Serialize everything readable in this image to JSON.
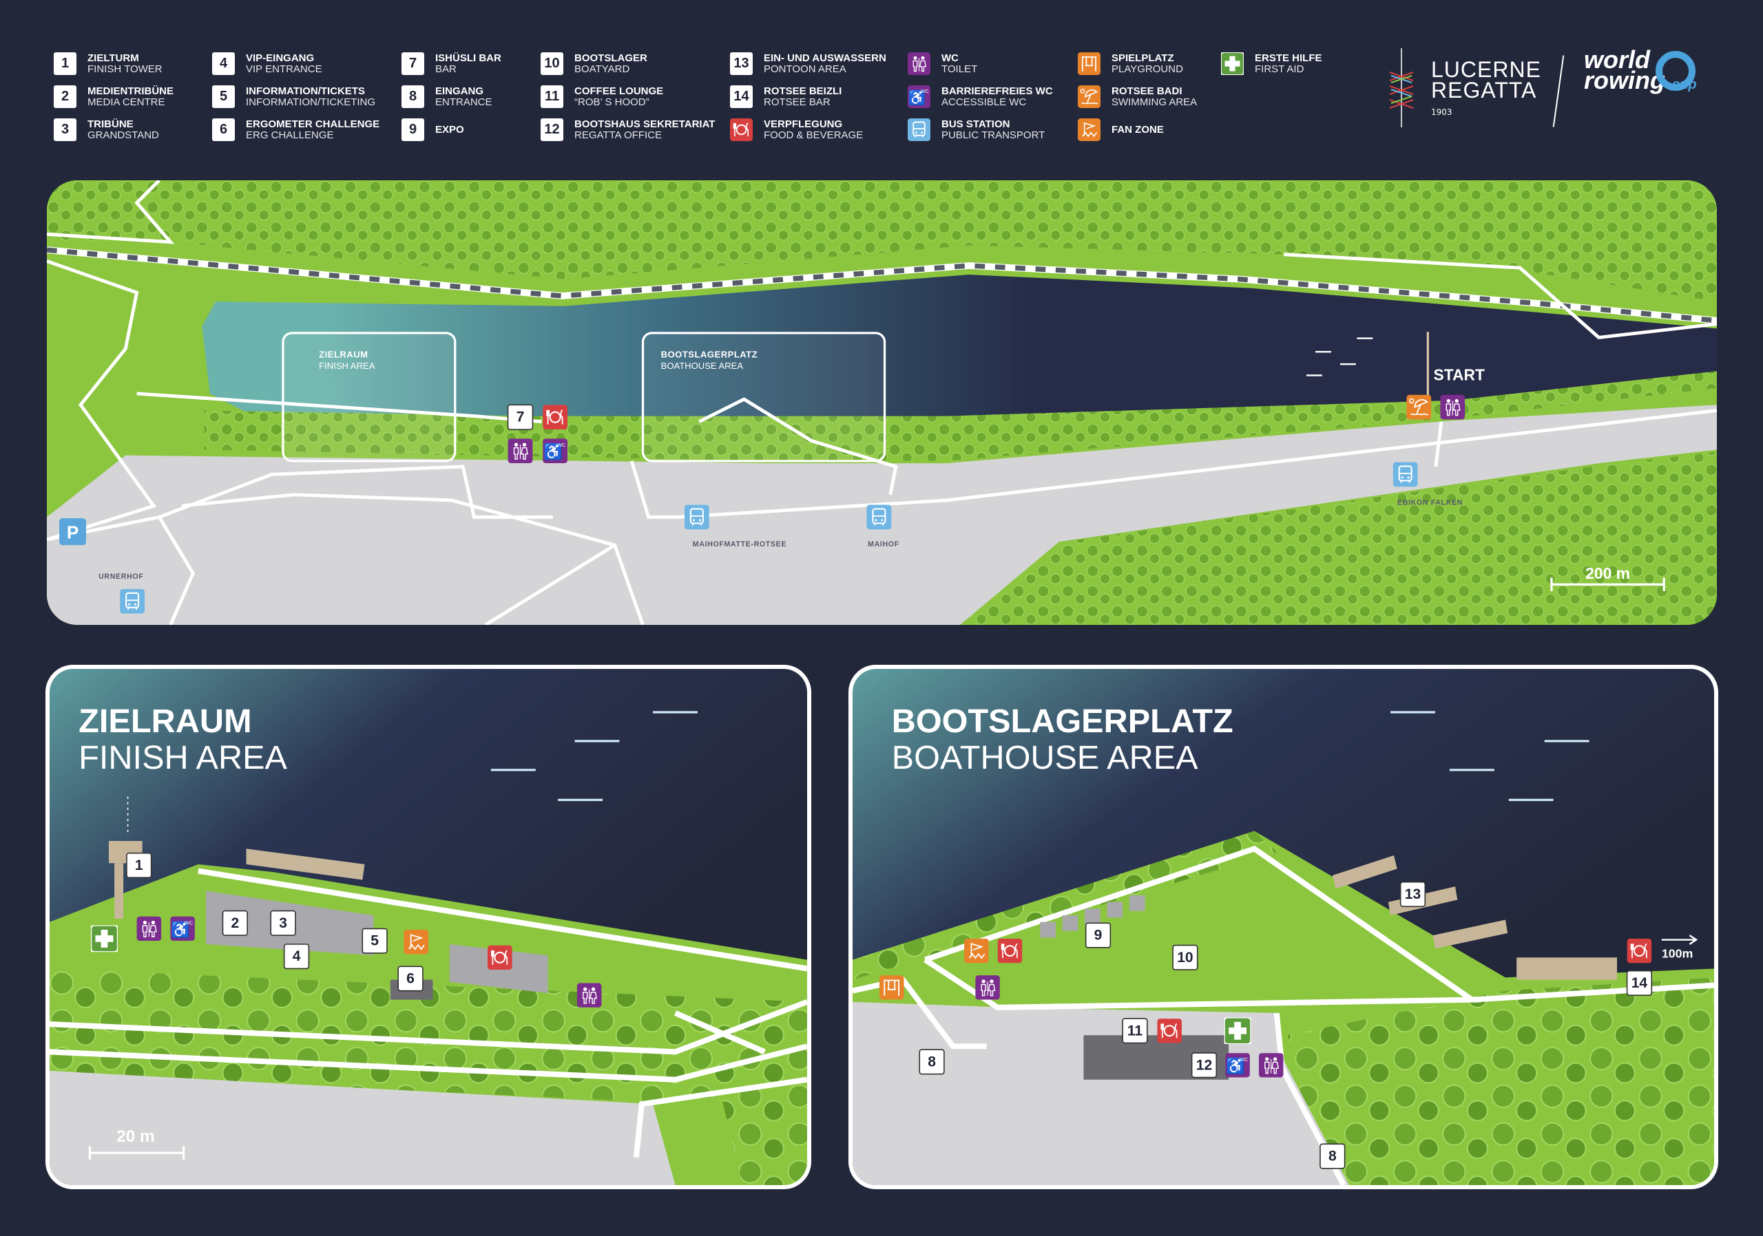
{
  "legend": {
    "numbered": [
      {
        "num": "1",
        "de": "ZIELTURM",
        "en": "FINISH TOWER"
      },
      {
        "num": "2",
        "de": "MEDIENTRIBÜNE",
        "en": "MEDIA CENTRE"
      },
      {
        "num": "3",
        "de": "TRIBÜNE",
        "en": "GRANDSTAND"
      },
      {
        "num": "4",
        "de": "VIP-EINGANG",
        "en": "VIP ENTRANCE"
      },
      {
        "num": "5",
        "de": "INFORMATION/TICKETS",
        "en": "INFORMATION/TICKETING"
      },
      {
        "num": "6",
        "de": "ERGOMETER CHALLENGE",
        "en": "ERG CHALLENGE"
      },
      {
        "num": "7",
        "de": "ISHÜSLI BAR",
        "en": "BAR"
      },
      {
        "num": "8",
        "de": "EINGANG",
        "en": "ENTRANCE"
      },
      {
        "num": "9",
        "de": "EXPO",
        "en": ""
      },
      {
        "num": "10",
        "de": "BOOTSLAGER",
        "en": "BOATYARD"
      },
      {
        "num": "11",
        "de": "COFFEE LOUNGE",
        "en": "“ROB’ S HOOD”"
      },
      {
        "num": "12",
        "de": "BOOTSHAUS SEKRETARIAT",
        "en": "REGATTA OFFICE"
      },
      {
        "num": "13",
        "de": "EIN- UND AUSWASSERN",
        "en": "PONTOON AREA"
      },
      {
        "num": "14",
        "de": "ROTSEE BEIZLI",
        "en": "ROTSEE BAR"
      }
    ],
    "symbols": [
      {
        "icon": "food-icon",
        "de": "VERPFLEGUNG",
        "en": "FOOD & BEVERAGE"
      },
      {
        "icon": "toilet-icon",
        "de": "WC",
        "en": "TOILET"
      },
      {
        "icon": "accessible-wc-icon",
        "de": "BARRIEREFREIES WC",
        "en": "ACCESSIBLE WC"
      },
      {
        "icon": "bus-icon",
        "de": "BUS STATION",
        "en": "PUBLIC TRANSPORT"
      },
      {
        "icon": "playground-icon",
        "de": "SPIELPLATZ",
        "en": "PLAYGROUND"
      },
      {
        "icon": "swimming-icon",
        "de": "ROTSEE BADI",
        "en": "SWIMMING AREA"
      },
      {
        "icon": "fan-zone-icon",
        "de": "FAN ZONE",
        "en": ""
      },
      {
        "icon": "first-aid-icon",
        "de": "ERSTE HILFE",
        "en": "FIRST AID"
      }
    ]
  },
  "logos": {
    "regatta_line1": "LUCERNE",
    "regatta_line2": "REGATTA",
    "regatta_year": "1903",
    "wrc_line1": "world",
    "wrc_line2": "rowing",
    "wrc_cup": "cup"
  },
  "colors": {
    "background": "#23273a",
    "grass": "#8cc63f",
    "tree": "#6ea92f",
    "road": "#d5d5d8",
    "lake": "#262b47",
    "teal": "#6bb3ad",
    "wc": "#7b2d8e",
    "food": "#d8403f",
    "bus": "#6fb6e4",
    "orange": "#e8832a",
    "first_aid": "#5c9e3c"
  },
  "overview": {
    "finish_box": {
      "de": "ZIELRAUM",
      "en": "FINISH AREA"
    },
    "boathouse_box": {
      "de": "BOOTSLAGERPLATZ",
      "en": "BOATHOUSE AREA"
    },
    "start": "START",
    "parking": "P",
    "marker_7": "7",
    "stops": {
      "ebikon": "EBIKON FALKEN",
      "maihofmatte": "MAIHOFMATTE-ROTSEE",
      "maihof": "MAIHOF",
      "urnerhof": "URNERHOF"
    },
    "scale": "200 m"
  },
  "finish_panel": {
    "title_de": "ZIELRAUM",
    "title_en": "FINISH AREA",
    "scale": "20 m",
    "markers": [
      "1",
      "2",
      "3",
      "4",
      "5",
      "6"
    ]
  },
  "boathouse_panel": {
    "title_de": "BOOTSLAGERPLATZ",
    "title_en": "BOATHOUSE AREA",
    "distance": "100m",
    "markers": {
      "m8a": "8",
      "m8b": "8",
      "m9": "9",
      "m10": "10",
      "m11": "11",
      "m12": "12",
      "m13": "13",
      "m14": "14"
    }
  }
}
